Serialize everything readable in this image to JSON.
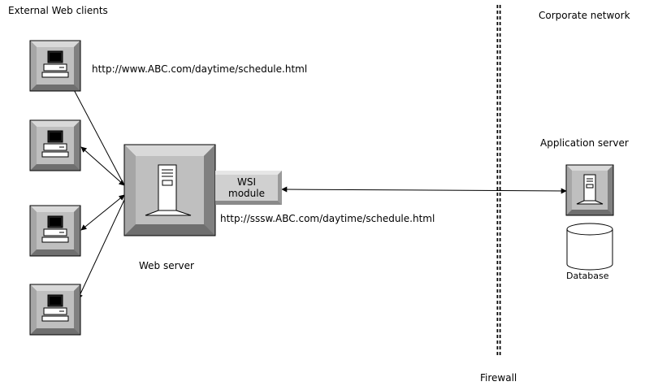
{
  "labels": {
    "external_clients": "External Web clients",
    "corporate_network": "Corporate network",
    "application_server": "Application server",
    "web_server": "Web server",
    "database": "Database",
    "firewall": "Firewall",
    "wsi_line1": "WSI",
    "wsi_line2": "module",
    "public_url": "http://www.ABC.com/daytime/schedule.html",
    "internal_url": "http://sssw.ABC.com/daytime/schedule.html"
  },
  "icons": {
    "client": "desktop-computer-icon",
    "web_server": "server-tower-icon",
    "app_server": "server-tower-icon",
    "database": "database-cylinder-icon"
  },
  "colors": {
    "bevel_light": "#d9d9d9",
    "bevel_mid": "#a6a6a6",
    "bevel_dark": "#6f6f6f",
    "face": "#bfbfbf",
    "stroke": "#000000"
  }
}
